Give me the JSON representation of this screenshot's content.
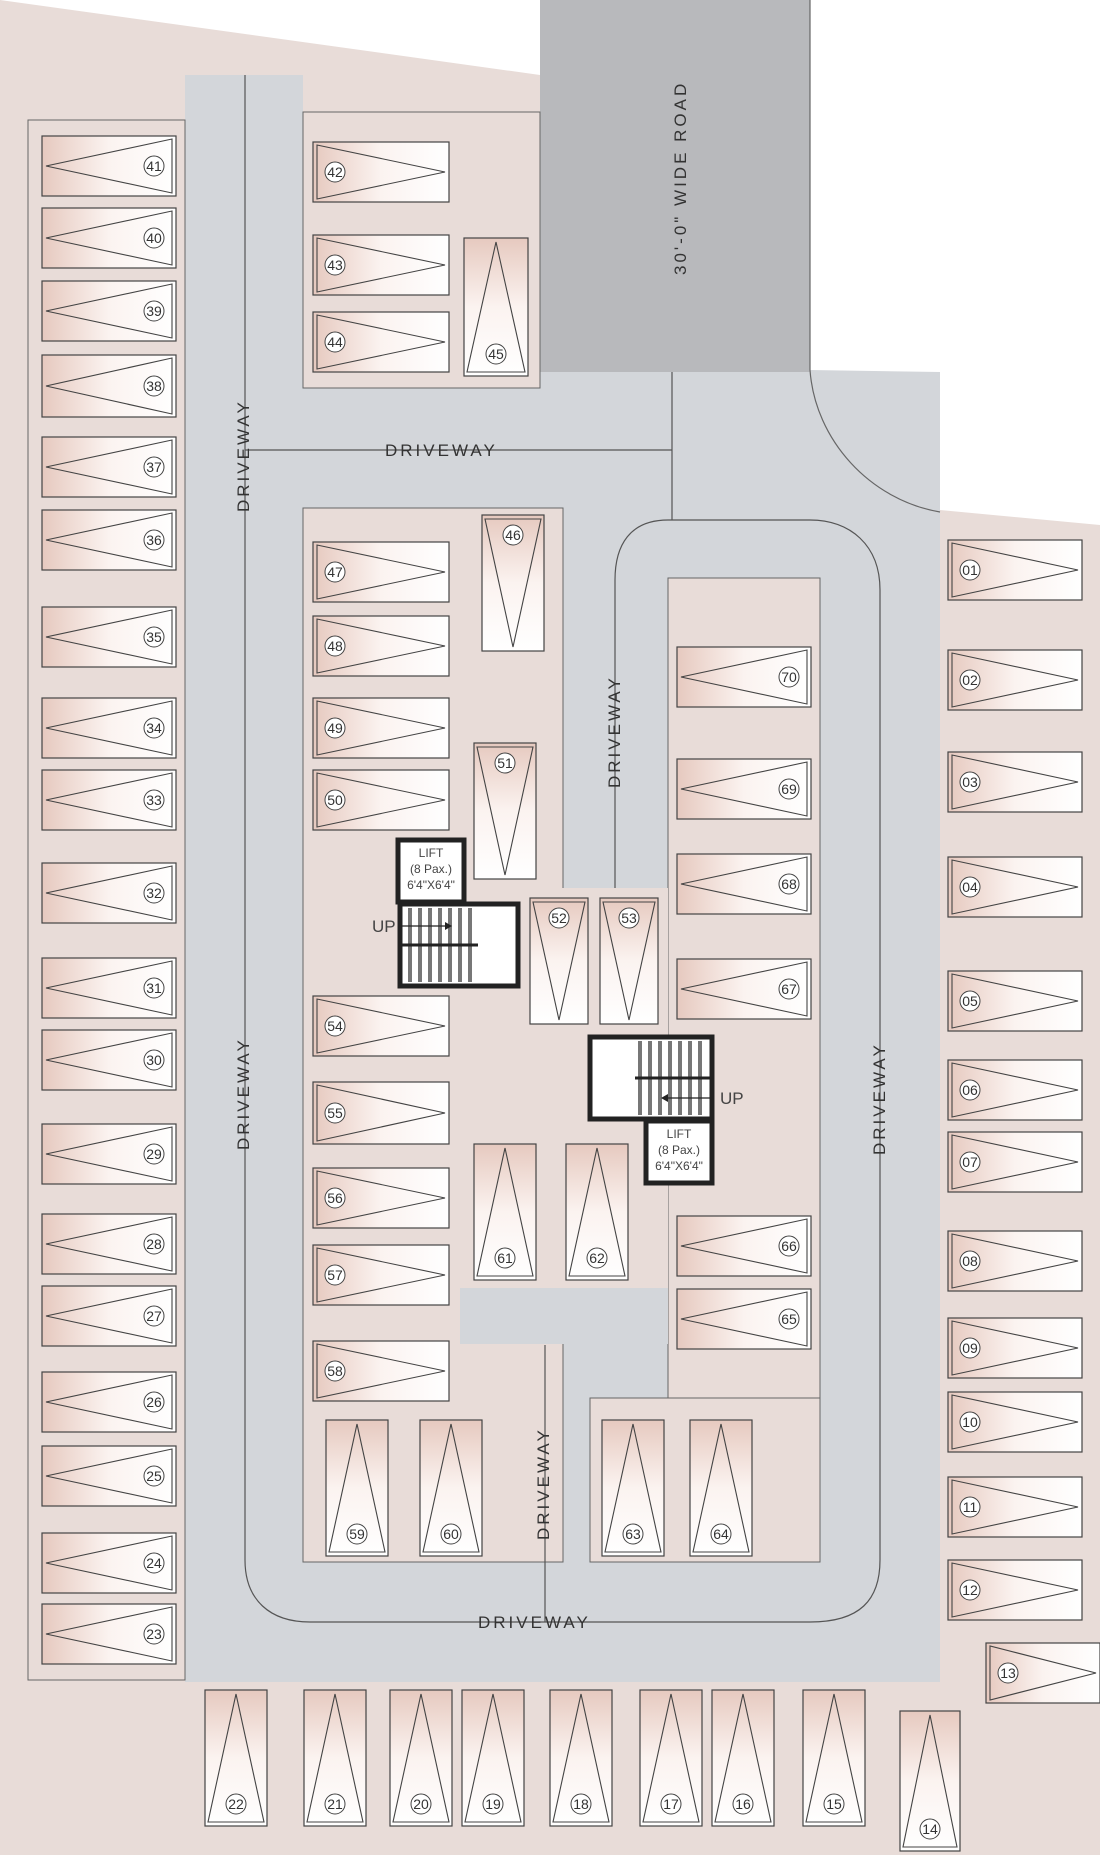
{
  "road_label": "30'-0\" WIDE ROAD",
  "driveway_label": "DRIVEWAY",
  "up_label": "UP",
  "lift": {
    "line1": "LIFT",
    "line2": "(8 Pax.)",
    "line3": "6'4\"X6'4\""
  },
  "parking_slots": [
    "01",
    "02",
    "03",
    "04",
    "05",
    "06",
    "07",
    "08",
    "09",
    "10",
    "11",
    "12",
    "13",
    "14",
    "15",
    "16",
    "17",
    "18",
    "19",
    "20",
    "21",
    "22",
    "23",
    "24",
    "25",
    "26",
    "27",
    "28",
    "29",
    "30",
    "31",
    "32",
    "33",
    "34",
    "35",
    "36",
    "37",
    "38",
    "39",
    "40",
    "41",
    "42",
    "43",
    "44",
    "45",
    "46",
    "47",
    "48",
    "49",
    "50",
    "51",
    "52",
    "53",
    "54",
    "55",
    "56",
    "57",
    "58",
    "59",
    "60",
    "61",
    "62",
    "63",
    "64",
    "65",
    "66",
    "67",
    "68",
    "69",
    "70"
  ],
  "colors": {
    "floor": "#e8dcd8",
    "driveway": "#d3d6da",
    "road": "#b8b9bc",
    "outline": "#555555"
  }
}
